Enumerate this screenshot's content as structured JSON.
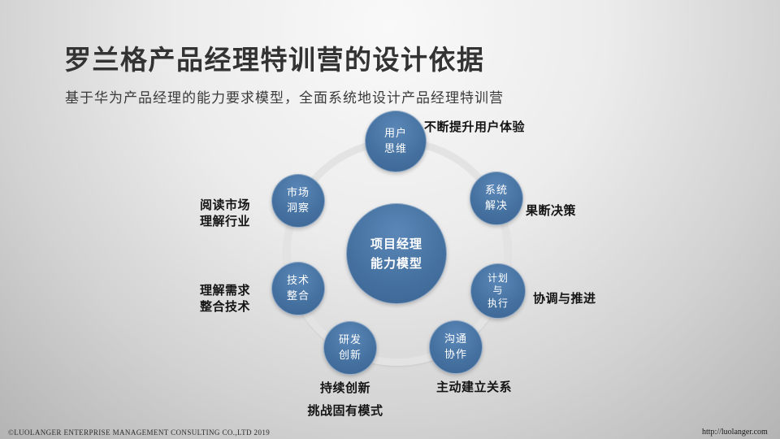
{
  "slide": {
    "title": "罗兰格产品经理特训营的设计依据",
    "subtitle": "基于华为产品经理的能力要求模型，全面系统地设计产品经理特训营"
  },
  "diagram": {
    "center_label": "项目经理\n能力模型",
    "accent_color": "#44709f",
    "ring_color": "#e3e3e3",
    "nodes": [
      {
        "id": "user-thinking",
        "label": "用户\n思维",
        "annotation": "不断提升用户体验"
      },
      {
        "id": "system-solving",
        "label": "系统\n解决",
        "annotation": "果断决策"
      },
      {
        "id": "plan-execution",
        "label": "计划\n与\n执行",
        "annotation": "协调与推进"
      },
      {
        "id": "communication",
        "label": "沟通\n协作",
        "annotation": "主动建立关系"
      },
      {
        "id": "rd-innovation",
        "label": "研发\n创新",
        "annotation": "持续创新\n挑战固有模式"
      },
      {
        "id": "tech-integration",
        "label": "技术\n整合",
        "annotation": "理解需求\n整合技术"
      },
      {
        "id": "market-insight",
        "label": "市场\n洞察",
        "annotation": "阅读市场\n理解行业"
      }
    ]
  },
  "footer": {
    "copyright": "©LUOLANGER  ENTERPRISE MANAGEMENT CONSULTING CO.,LTD  2019",
    "url": "http://luolanger.com"
  }
}
